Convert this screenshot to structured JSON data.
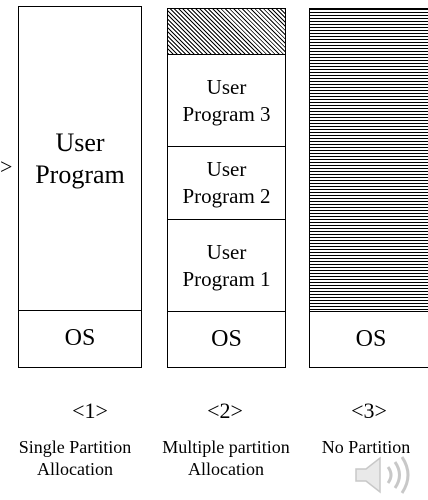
{
  "arrow": ">",
  "columns": [
    {
      "number": "<1>",
      "caption_line1": "Single Partition",
      "caption_line2": "Allocation",
      "segments": {
        "user_line1": "User",
        "user_line2": "Program",
        "os": "OS"
      }
    },
    {
      "number": "<2>",
      "caption_line1": "Multiple partition",
      "caption_line2": "Allocation",
      "segments": {
        "p3_line1": "User",
        "p3_line2": "Program 3",
        "p2_line1": "User",
        "p2_line2": "Program 2",
        "p1_line1": "User",
        "p1_line2": "Program 1",
        "os": "OS"
      }
    },
    {
      "number": "<3>",
      "caption_line1": "No Partition",
      "segments": {
        "os": "OS"
      }
    }
  ],
  "icons": {
    "speaker": "speaker-icon"
  }
}
